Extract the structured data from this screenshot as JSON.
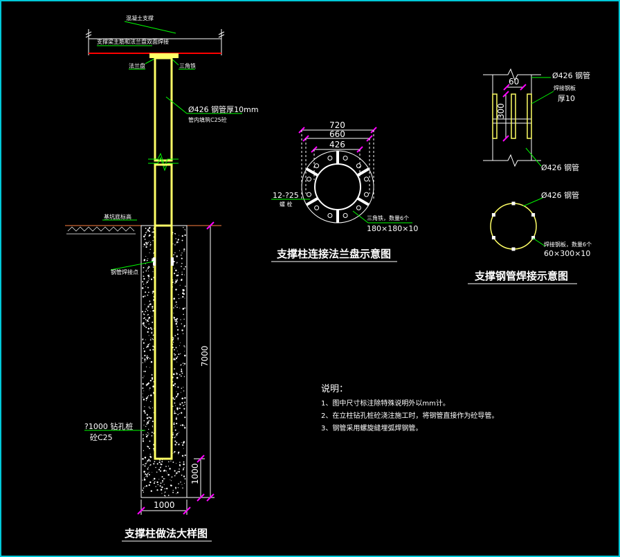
{
  "colors": {
    "background": "#000000",
    "border": "#00c8d8",
    "pile_pipe": "#ffff66",
    "leader": "#00ff00",
    "dimension": "#ff00ff",
    "concrete": "#ffffff",
    "beam_line": "#ff0000",
    "ground": "#ff8040"
  },
  "detail_main": {
    "title": "支撑柱做法大样图",
    "label_concrete_support": "混凝土支撑",
    "label_beam_weld": "支撑梁主筋和法兰盘双面焊接",
    "label_flange": "法兰盘",
    "label_stiffener": "三角铁",
    "label_pipe_spec": "Ø426 钢管厚10mm",
    "label_pipe_fill": "管内填筑C25砼",
    "label_ground": "基坑底标高",
    "label_weld_joint": "钢管焊接点",
    "label_pile_hole": "?1000 钻孔桩",
    "label_pile_concrete": "砼C25",
    "dim_7000": "7000",
    "dim_1000_v": "1000",
    "dim_1000_h": "1000"
  },
  "detail_flange": {
    "title": "支撑柱连接法兰盘示意图",
    "dim_720": "720",
    "dim_660": "660",
    "dim_426": "426",
    "label_bolts": "12-?25",
    "label_bolts_2": "螺 栓",
    "label_stiff": "三角铁，数量6个",
    "label_stiff_size": "180×180×10"
  },
  "detail_weld": {
    "title": "支撑钢管焊接示意图",
    "label_pipe_top": "Ø426 钢管",
    "label_plate": "焊接钢板",
    "label_plate_thk": "厚10",
    "dim_60": "60",
    "dim_300": "300",
    "label_pipe_bottom": "Ø426 钢管",
    "label_pipe_circle": "Ø426 钢管",
    "label_plate_count": "焊接钢板，数量6个",
    "label_plate_size": "60×300×10"
  },
  "notes": {
    "heading": "说明：",
    "items": [
      "1、图中尺寸标注除特殊说明外以mm计。",
      "2、在立柱钻孔桩砼浇注施工时，将钢管直接作为砼导管。",
      "3、钢管采用螺旋缝埋弧焊钢管。"
    ]
  }
}
